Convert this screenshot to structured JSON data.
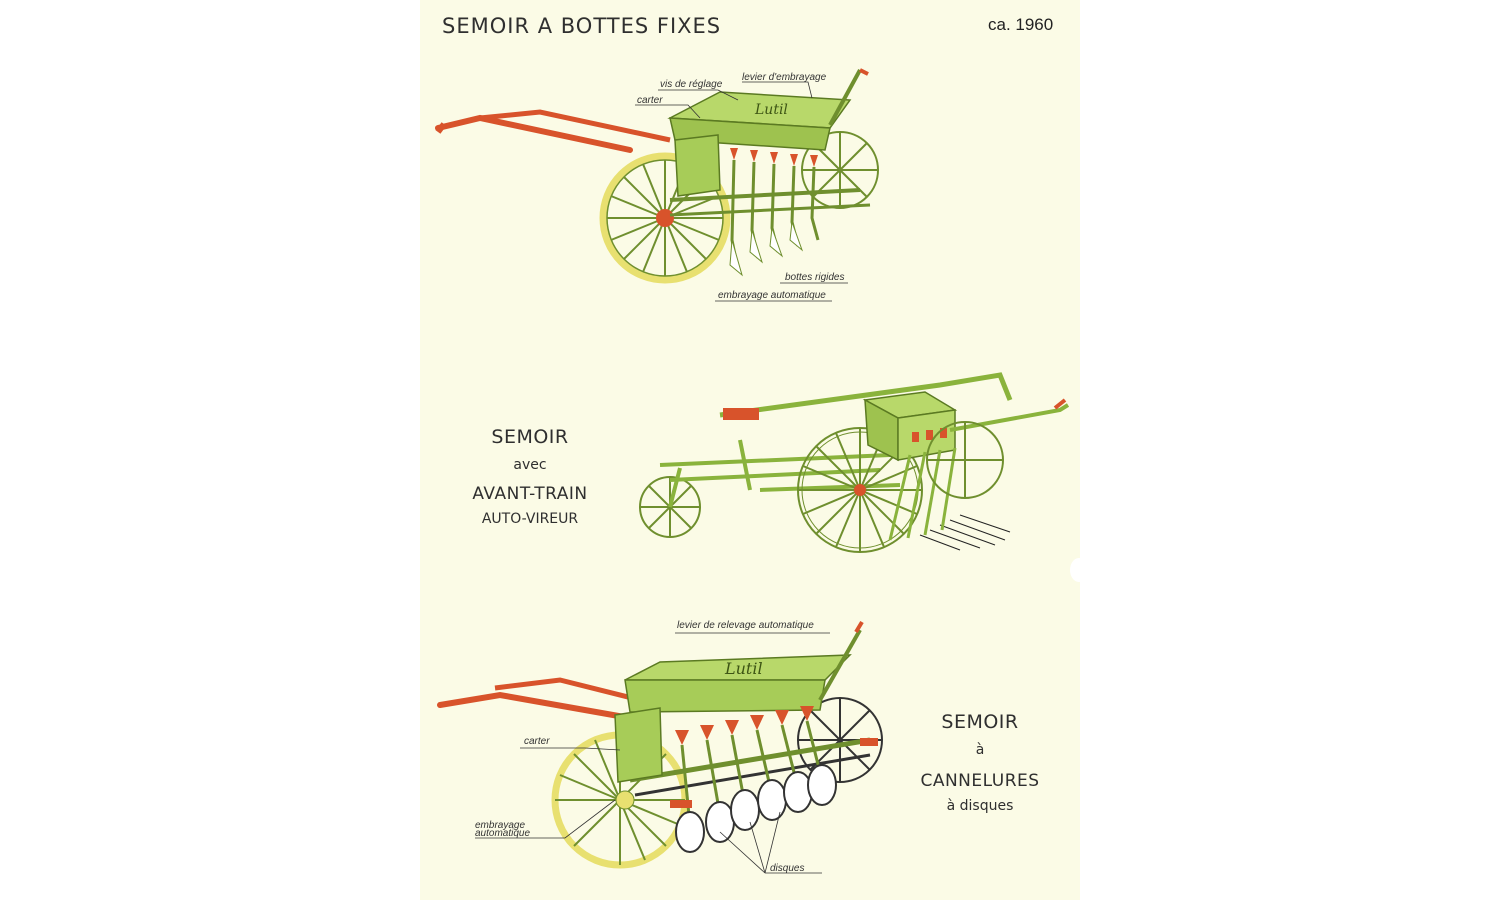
{
  "header": {
    "title": "SEMOIR A BOTTES FIXES",
    "date": "ca. 1960"
  },
  "machine1": {
    "labels": {
      "vis_reglage": "vis de réglage",
      "levier_embrayage": "levier d'embrayage",
      "carter": "carter",
      "bottes_rigides": "bottes rigides",
      "embrayage_auto": "embrayage automatique"
    }
  },
  "machine2": {
    "title_line1": "SEMOIR",
    "title_line2": "avec",
    "title_line3": "AVANT-TRAIN",
    "title_line4": "AUTO-VIREUR"
  },
  "machine3": {
    "title_line1": "SEMOIR",
    "title_line2": "à",
    "title_line3": "CANNELURES",
    "title_line4": "à disques",
    "labels": {
      "levier_relevage": "levier de relevage automatique",
      "carter": "carter",
      "embrayage_line1": "embrayage",
      "embrayage_line2": "automatique",
      "disques": "disques"
    }
  },
  "colors": {
    "green": "#b8d86a",
    "dark_green": "#6f8f2e",
    "orange": "#d8532b",
    "yellow": "#e8e070",
    "paper": "#fbfbe6"
  }
}
